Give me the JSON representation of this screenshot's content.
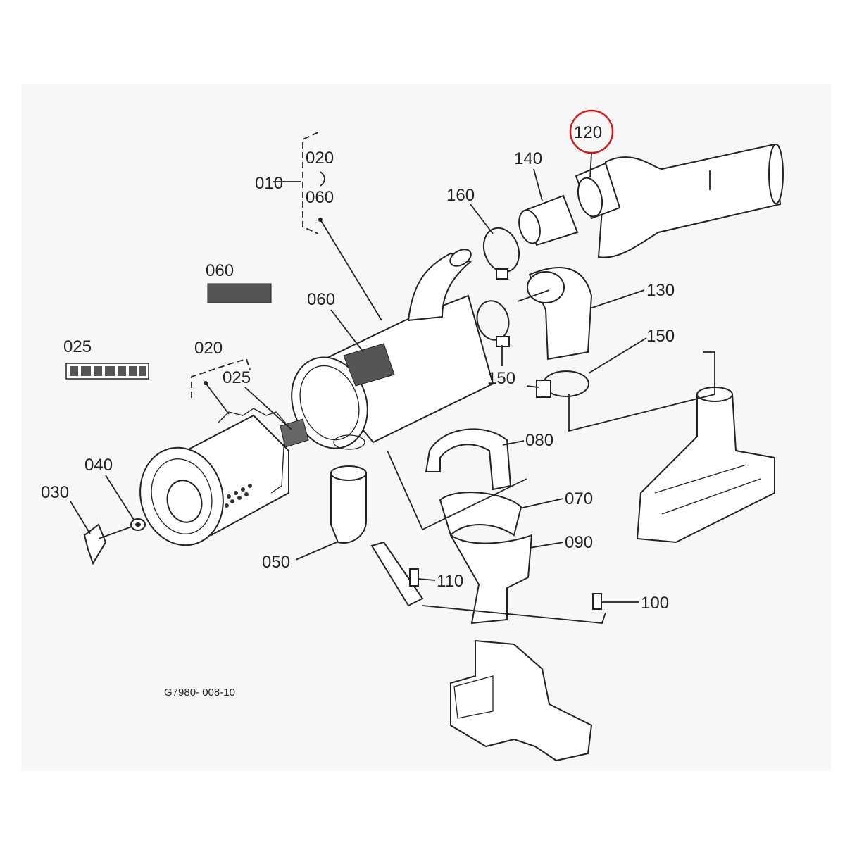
{
  "diagram": {
    "drawing_code": "G7980- 008-10",
    "highlight_color": "#d11a1a",
    "line_color": "#222222",
    "background_color": "#f7f7f7",
    "labels": {
      "p010": "010",
      "p020_group": "020",
      "p060_group": "060",
      "p060_decal_title": "060",
      "p025_decal_title": "025",
      "p060_body": "060",
      "p020": "020",
      "p025": "025",
      "p040": "040",
      "p030": "030",
      "p050": "050",
      "p160": "160",
      "p140": "140",
      "p120": "120",
      "p130": "130",
      "p150_upper": "150",
      "p150_left": "150",
      "p080": "080",
      "p070": "070",
      "p090": "090",
      "p110": "110",
      "p100": "100"
    }
  }
}
